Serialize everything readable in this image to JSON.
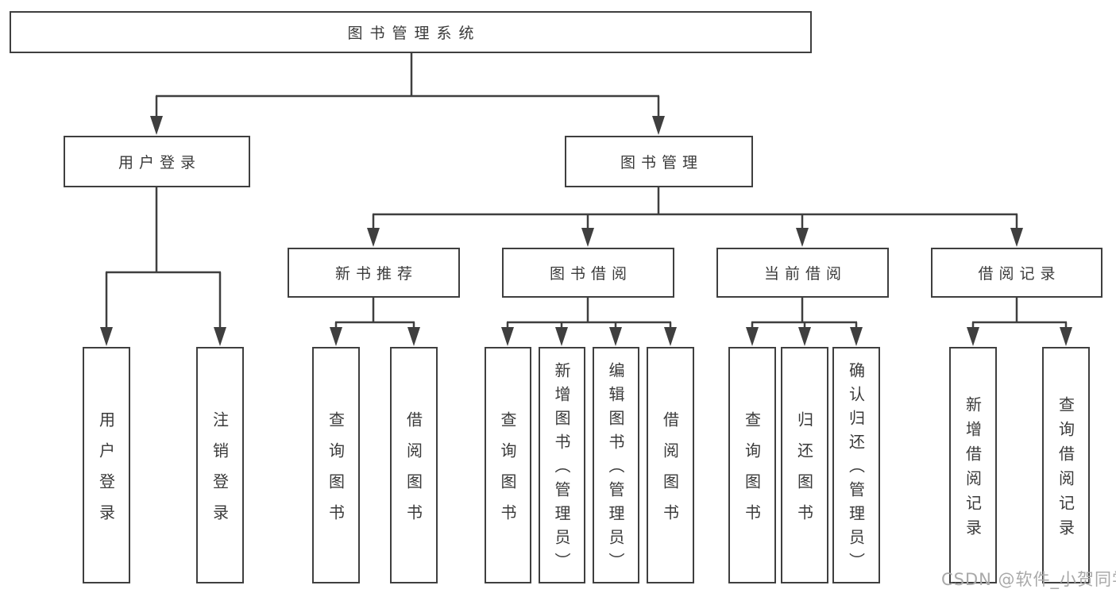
{
  "diagram_type": "tree",
  "title": "图书管理系统",
  "nodes": {
    "root": "图书管理系统",
    "level2": [
      "用户登录",
      "图书管理"
    ],
    "level3": [
      "新书推荐",
      "图书借阅",
      "当前借阅",
      "借阅记录"
    ],
    "leaves": [
      "用户登录",
      "注销登录",
      "查询图书",
      "借阅图书",
      "查询图书",
      "新增图书（管理员）",
      "编辑图书（管理员）",
      "借阅图书",
      "查询图书",
      "归还图书",
      "确认归还（管理员）",
      "新增借阅记录",
      "查询借阅记录"
    ]
  },
  "hierarchy": {
    "图书管理系统": {
      "用户登录": [
        "用户登录",
        "注销登录"
      ],
      "图书管理": {
        "新书推荐": [
          "查询图书",
          "借阅图书"
        ],
        "图书借阅": [
          "查询图书",
          "新增图书（管理员）",
          "编辑图书（管理员）",
          "借阅图书"
        ],
        "当前借阅": [
          "查询图书",
          "归还图书",
          "确认归还（管理员）"
        ],
        "借阅记录": [
          "新增借阅记录",
          "查询借阅记录"
        ]
      }
    }
  },
  "watermark": {
    "text": "CSDN @软件_小贺同学",
    "color": "#a9a9a9"
  },
  "colors": {
    "line": "#3f3f3f",
    "text": "#3a3a3a",
    "box_fill": "#ffffff",
    "background": "#ffffff"
  }
}
